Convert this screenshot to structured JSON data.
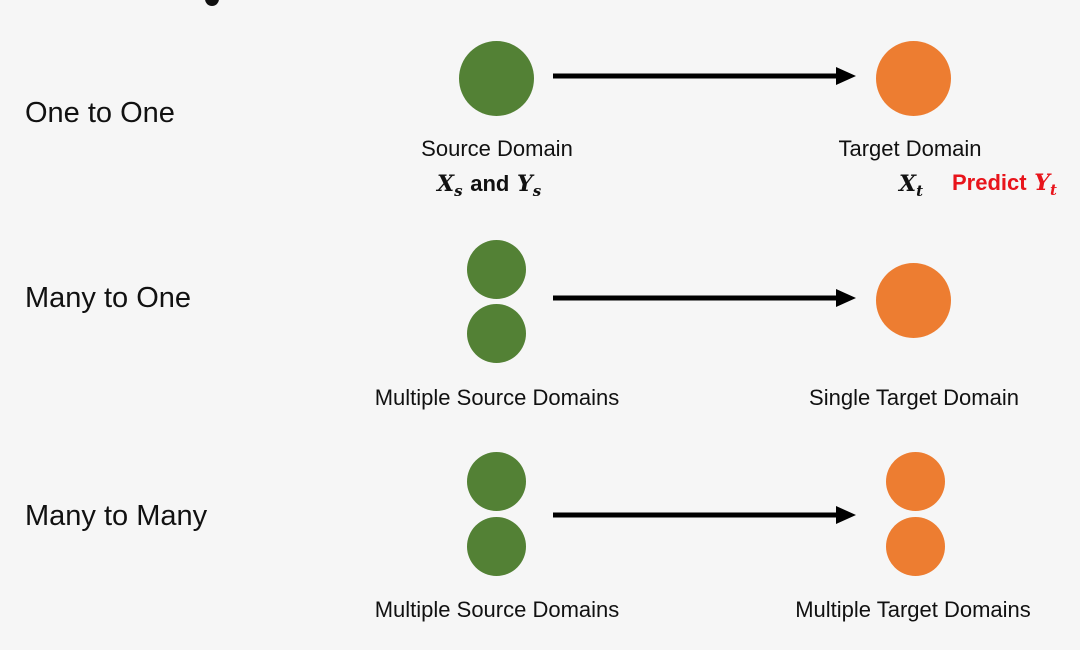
{
  "rows": [
    {
      "label": "One to One",
      "source_caption": "Source Domain",
      "target_caption": "Target Domain",
      "source_math": {
        "x": "X",
        "x_sub": "s",
        "and": "and",
        "y": "Y",
        "y_sub": "s"
      },
      "target_math": {
        "x": "X",
        "x_sub": "t",
        "predict": "Predict",
        "y": "Y",
        "y_sub": "t"
      }
    },
    {
      "label": "Many to One",
      "source_caption": "Multiple Source Domains",
      "target_caption": "Single Target Domain"
    },
    {
      "label": "Many to Many",
      "source_caption": "Multiple Source Domains",
      "target_caption": "Multiple Target Domains"
    }
  ],
  "colors": {
    "source": "#538135",
    "target": "#ed7d31",
    "predict": "#e8141b",
    "arrow": "#000000",
    "background": "#f6f6f6"
  }
}
